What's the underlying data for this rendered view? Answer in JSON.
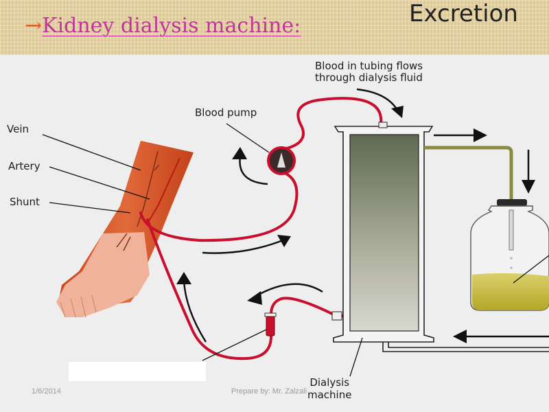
{
  "slide": {
    "title_arrow": "→",
    "title": "Kidney dialysis machine:",
    "section": "Excretion"
  },
  "diagram": {
    "labels": {
      "vein": "Vein",
      "artery": "Artery",
      "shunt": "Shunt",
      "blood_pump": "Blood pump",
      "blood_flow_line1": "Blood in tubing flows",
      "blood_flow_line2": "through dialysis fluid",
      "dialysis_line1": "Dialysis",
      "dialysis_line2": "machine"
    },
    "icons": [
      "arrow-icon",
      "pump-icon",
      "bubble-trap-icon",
      "fluid-bottle-icon"
    ]
  },
  "footer": {
    "date": "1/6/2014",
    "author": "Prepare by:  Mr. Zalzali"
  },
  "colors": {
    "title": "#c0359a",
    "title_arrow": "#e8541e",
    "blood_tube": "#c8102e",
    "arm": "#d9642e",
    "header_bg": "#ead6a4",
    "dialysis_fluid": "#c9c44a"
  }
}
